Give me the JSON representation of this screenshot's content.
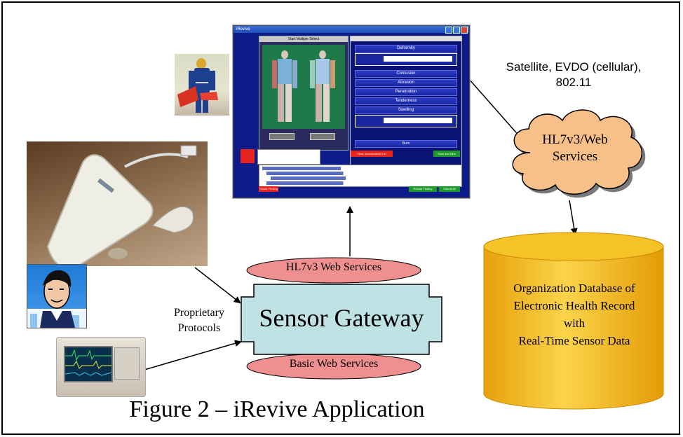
{
  "diagram": {
    "caption": "Figure 2 – iRevive Application",
    "gateway_label": "Sensor Gateway",
    "hl7_web_services": "HL7v3 Web Services",
    "basic_web_services": "Basic Web Services",
    "proprietary_line1": "Proprietary",
    "proprietary_line2": "Protocols",
    "network_line1": "Satellite, EVDO (cellular),",
    "network_line2": "802.11",
    "cloud_line1": "HL7v3/Web",
    "cloud_line2": "Services",
    "db_line1": "Organization Database of",
    "db_line2": "Electronic Health Record",
    "db_line3": "with",
    "db_line4": "Real-Time Sensor Data"
  },
  "screen": {
    "window_title": "iRevive",
    "panel_header": "Start Multiple Select",
    "rows": [
      "Deformity",
      "Contusion",
      "Abrasion",
      "Penetration",
      "Tenderness",
      "Swelling",
      "Burn"
    ],
    "clear_button": "Clear Assessments List",
    "save_button": "Save and New",
    "delete_button": "Delete Finding",
    "reload_button": "Reload Finding",
    "submit_button": "Submit All"
  },
  "colors": {
    "gateway_fill": "#bfe3e5",
    "ellipse_fill": "#f08f8f",
    "cloud_fill": "#f8c089",
    "db_fill": "#f3b51a",
    "screen_bg": "#0d1a8a"
  }
}
